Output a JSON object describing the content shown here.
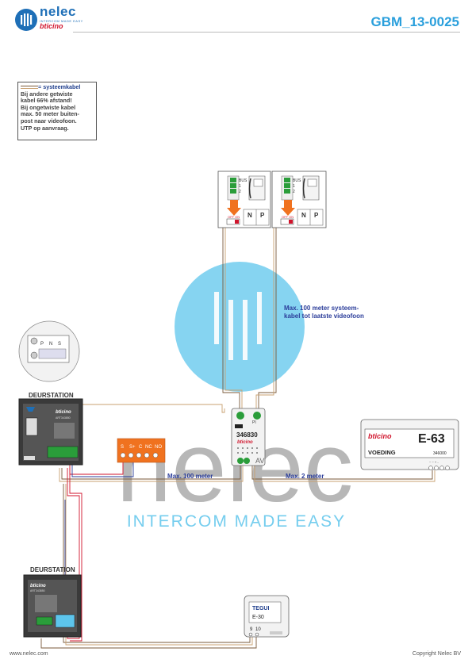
{
  "header": {
    "logo_text": "nelec",
    "logo_tagline": "INTERCOM MADE EASY",
    "logo_brand": "bticino",
    "doc_code": "GBM_13-0025"
  },
  "legend": {
    "title": "= systeemkabel",
    "lines": [
      "Bij andere getwiste",
      "kabel 66% afstand!",
      "Bij ongetwiste kabel",
      "max. 50 meter buiten-",
      "post naar videofoon.",
      "UTP op aanvraag."
    ]
  },
  "labels": {
    "cable_to_videophone": [
      "Max. 100 meter systeem-",
      "kabel tot laatste videofoon"
    ],
    "max_100": "Max. 100 meter",
    "max_2": "Max. 2 meter",
    "door_station_1": "DEURSTATION",
    "door_station_2": "DEURSTATION"
  },
  "devices": {
    "videophone": {
      "terminals": [
        "BUS",
        "1",
        "2"
      ],
      "switch_label": "OFF ON",
      "jumpers": [
        "N",
        "P"
      ]
    },
    "interface": {
      "code": "346830",
      "brand": "bticino",
      "top_label": "PI",
      "side_label": "AV"
    },
    "power_supply": {
      "brand": "bticino",
      "model": "E-63",
      "name": "VOEDING",
      "code": "346000",
      "terminals": "~ ~ + -"
    },
    "relay": {
      "terminals": [
        "S",
        "S+",
        "C",
        "NC",
        "NO"
      ]
    },
    "chime": {
      "brand": "TEGUI",
      "model": "E-30",
      "terminals": [
        "9",
        "10"
      ]
    },
    "door_station_upper": {
      "brand": "bticino",
      "article": "ART343850"
    },
    "door_station_lower": {
      "brand": "bticino",
      "article": "ART343850"
    },
    "detail_terminals": [
      "P",
      "N",
      "S"
    ]
  },
  "watermark": {
    "word": "nelec",
    "tagline": "INTERCOM MADE EASY"
  },
  "footer": {
    "left": "www.nelec.com",
    "right": "Copyright Nelec BV"
  },
  "colors": {
    "brand_blue": "#1e6fb7",
    "code_blue": "#2a9fdc",
    "label_blue": "#2b3d9a",
    "bticino_red": "#d0142c",
    "relay_orange": "#f0721f",
    "watermark_gray": "#9a9a9a",
    "watermark_cyan": "#5dc5ec"
  }
}
